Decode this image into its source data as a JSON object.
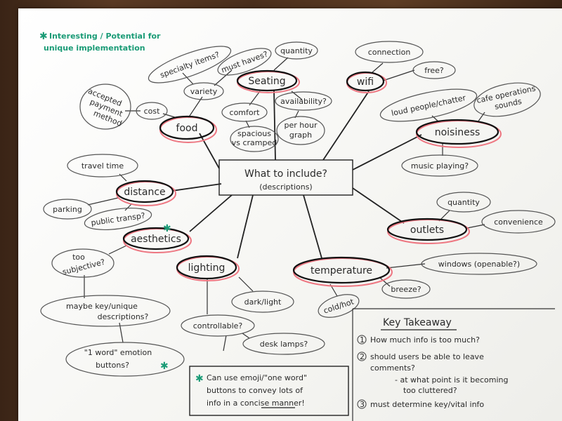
{
  "legend_note": {
    "line1": "Interesting / Potential for",
    "line2": "unique implementation"
  },
  "center": {
    "line1": "What to include?",
    "line2": "(descriptions)"
  },
  "hubs": {
    "food": "food",
    "seating": "Seating",
    "wifi": "wifi",
    "noisiness": "noisiness",
    "distance": "distance",
    "aesthetics": "aesthetics",
    "lighting": "lighting",
    "temperature": "temperature",
    "outlets": "outlets"
  },
  "bubbles": {
    "specialty_items": "specialty items?",
    "must_haves": "must haves?",
    "variety": "variety",
    "accepted_payment_1": "accepted",
    "accepted_payment_2": "payment",
    "accepted_payment_3": "method",
    "cost": "cost",
    "quantity_seating": "quantity",
    "comfort": "comfort",
    "availability": "availability?",
    "spacious_1": "spacious",
    "spacious_2": "vs cramped",
    "per_hour_1": "per hour",
    "per_hour_2": "graph",
    "connection": "connection",
    "free": "free?",
    "loud_people": "loud people/chatter",
    "cafe_ops_1": "cafe operations",
    "cafe_ops_2": "sounds",
    "music_playing": "music playing?",
    "travel_time": "travel time",
    "parking": "parking",
    "public_transp": "public transp?",
    "quantity_outlets": "quantity",
    "convenience": "convenience",
    "too_subjective_1": "too",
    "too_subjective_2": "subjective?",
    "maybe_key_1": "maybe key/unique",
    "maybe_key_2": "descriptions?",
    "one_word_1": "\"1 word\" emotion",
    "one_word_2": "buttons?",
    "dark_light": "dark/light",
    "controllable": "controllable?",
    "desk_lamps": "desk lamps?",
    "windows": "windows (openable?)",
    "breeze": "breeze?",
    "cold_hot": "cold/hot"
  },
  "bottom_note": {
    "line1": "Can use emoji/\"one word\"",
    "line2": "buttons to convey lots of",
    "line3": "info in a concise manner!"
  },
  "key_takeaway": {
    "title": "Key Takeaway",
    "item1_num": "1",
    "item1": "How much info is too much?",
    "item2_num": "2",
    "item2_line1": "should users be able to leave",
    "item2_line2": "comments?",
    "item2_sub1": "- at what point is it becoming",
    "item2_sub2": "too cluttered?",
    "item3_num": "3",
    "item3": "must determine key/vital info"
  },
  "colors": {
    "paper": "#f6f6f3",
    "ink": "#222222",
    "highlight_red": "#ee7782",
    "accent_green": "#1a9b76",
    "background_wood": "#4a2e1c"
  }
}
